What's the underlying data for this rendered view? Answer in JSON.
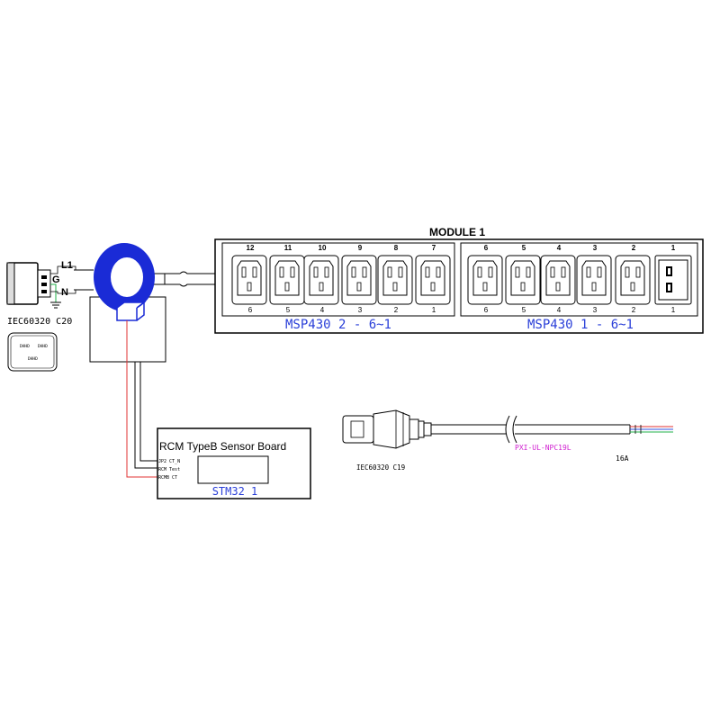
{
  "module": {
    "title": "MODULE 1",
    "group_left": {
      "top_numbers": [
        "12",
        "11",
        "10",
        "9",
        "8",
        "7"
      ],
      "bottom_numbers": [
        "6",
        "5",
        "4",
        "3",
        "2",
        "1"
      ],
      "controller_label": "MSP430 2 - 6~1"
    },
    "group_right": {
      "top_numbers": [
        "6",
        "5",
        "4",
        "3",
        "2",
        "1"
      ],
      "bottom_numbers": [
        "6",
        "5",
        "4",
        "3",
        "2",
        "1"
      ],
      "controller_label": "MSP430 1 - 6~1"
    }
  },
  "inlet": {
    "label": "IEC60320 C20",
    "pins": {
      "l1": "L1",
      "g": "G",
      "n": "N"
    },
    "face_labels": [
      "DHHD",
      "DHHD",
      "DHHD"
    ]
  },
  "sensor_board": {
    "title": "RCM TypeB Sensor Board",
    "pin_labels": [
      "JP2 CT_N",
      "RCM Test",
      "RCMB CT"
    ],
    "mcu_label": "STM32 1"
  },
  "cord": {
    "plug_label": "IEC60320 C19",
    "cable_label": "PXI-UL-NPC19L",
    "rating": "16A"
  },
  "colors": {
    "ct_ring": "#1a2bd6",
    "wire_red": "#e03030",
    "wire_green": "#22b04a",
    "wire_blue": "#3050e0",
    "label_blue": "#2a3fd8",
    "label_magenta": "#d020d0"
  }
}
